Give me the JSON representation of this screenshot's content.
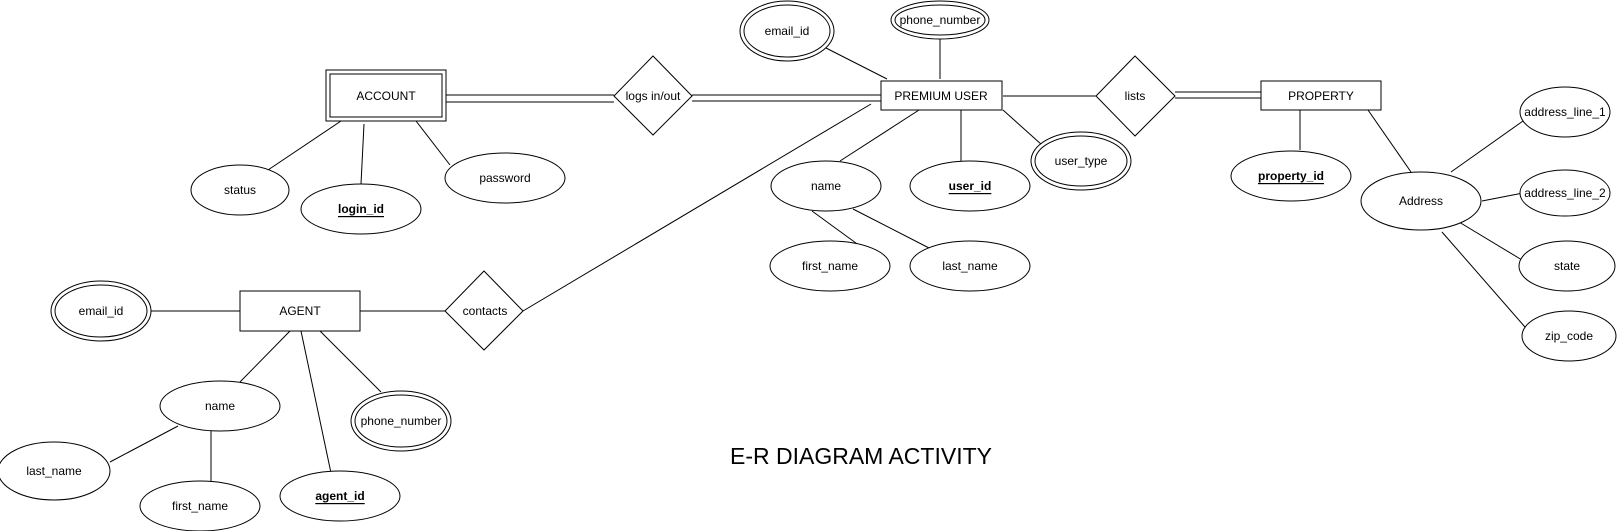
{
  "title": "E-R DIAGRAM ACTIVITY",
  "entities": {
    "account": "ACCOUNT",
    "premium_user": "PREMIUM USER",
    "property": "PROPERTY",
    "agent": "AGENT"
  },
  "relationships": {
    "logs": "logs in/out",
    "lists": "lists",
    "contacts": "contacts"
  },
  "attributes": {
    "account_status": "status",
    "account_login_id": "login_id",
    "account_password": "password",
    "pu_email_id": "email_id",
    "pu_phone_number": "phone_number",
    "pu_name": "name",
    "pu_first_name": "first_name",
    "pu_last_name": "last_name",
    "pu_user_id": "user_id",
    "pu_user_type": "user_type",
    "prop_property_id": "property_id",
    "prop_address": "Address",
    "prop_address_line_1": "address_line_1",
    "prop_address_line_2": "address_line_2",
    "prop_state": "state",
    "prop_zip_code": "zip_code",
    "agent_email_id": "email_id",
    "agent_name": "name",
    "agent_last_name": "last_name",
    "agent_first_name": "first_name",
    "agent_agent_id": "agent_id",
    "agent_phone_number": "phone_number"
  }
}
